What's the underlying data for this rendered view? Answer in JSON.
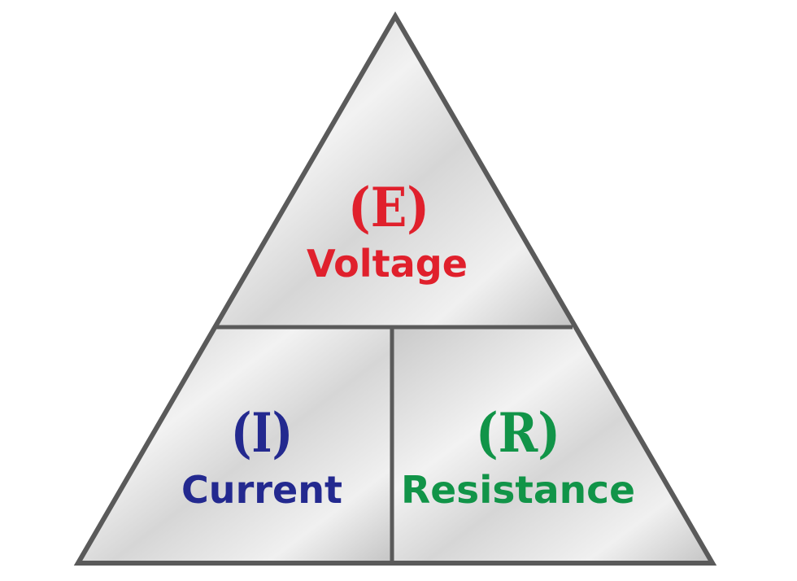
{
  "diagram": {
    "top": {
      "symbol": "(E)",
      "label": "Voltage",
      "color": "#e0202c"
    },
    "bottom_left": {
      "symbol": "(I)",
      "label": "Current",
      "color": "#23298f"
    },
    "bottom_right": {
      "symbol": "(R)",
      "label": "Resistance",
      "color": "#119448"
    },
    "outline_color": "#555555",
    "fill_color": "#dcdcdc"
  }
}
